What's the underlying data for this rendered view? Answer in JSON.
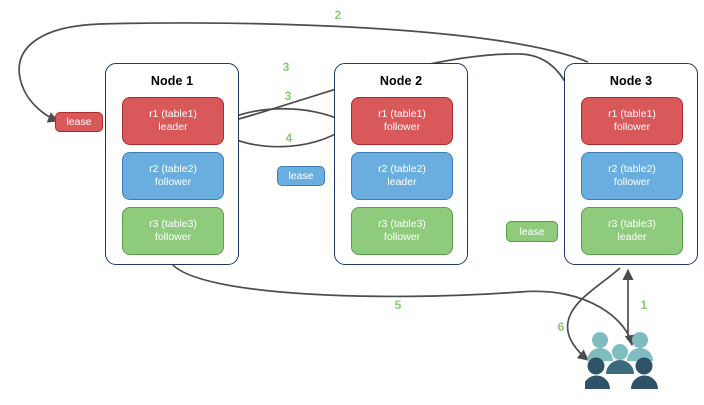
{
  "diagram": {
    "title": "Raft multi-range lease diagram",
    "background": "#ffffff",
    "colors": {
      "red_fill": "#d9585a",
      "red_border": "#b02a2c",
      "blue_fill": "#6aaee0",
      "blue_border": "#3f7fb5",
      "green_fill": "#8fcb7d",
      "green_border": "#5a9e4b",
      "node_border": "#1f3864",
      "edge": "#4d4d4d",
      "label_green": "#8cc77a",
      "people_light": "#7fbcc0",
      "people_dark": "#2e5368"
    }
  },
  "nodes": [
    {
      "id": "node1",
      "title": "Node 1",
      "replicas": [
        {
          "id": "n1r1",
          "color": "red",
          "line1": "r1 (table1)",
          "line2": "leader"
        },
        {
          "id": "n1r2",
          "color": "blue",
          "line1": "r2 (table2)",
          "line2": "follower"
        },
        {
          "id": "n1r3",
          "color": "green",
          "line1": "r3 (table3)",
          "line2": "follower"
        }
      ]
    },
    {
      "id": "node2",
      "title": "Node 2",
      "replicas": [
        {
          "id": "n2r1",
          "color": "red",
          "line1": "r1 (table1)",
          "line2": "follower"
        },
        {
          "id": "n2r2",
          "color": "blue",
          "line1": "r2 (table2)",
          "line2": "leader"
        },
        {
          "id": "n2r3",
          "color": "green",
          "line1": "r3 (table3)",
          "line2": "follower"
        }
      ]
    },
    {
      "id": "node3",
      "title": "Node 3",
      "replicas": [
        {
          "id": "n3r1",
          "color": "red",
          "line1": "r1 (table1)",
          "line2": "follower"
        },
        {
          "id": "n3r2",
          "color": "blue",
          "line1": "r2 (table2)",
          "line2": "follower"
        },
        {
          "id": "n3r3",
          "color": "green",
          "line1": "r3 (table3)",
          "line2": "leader"
        }
      ]
    }
  ],
  "leases": [
    {
      "id": "lease-red",
      "label": "lease",
      "color": "red"
    },
    {
      "id": "lease-blue",
      "label": "lease",
      "color": "blue"
    },
    {
      "id": "lease-green",
      "label": "lease",
      "color": "green"
    }
  ],
  "edge_labels": [
    {
      "id": "step-2",
      "text": "2"
    },
    {
      "id": "step-3a",
      "text": "3"
    },
    {
      "id": "step-3b",
      "text": "3"
    },
    {
      "id": "step-4",
      "text": "4"
    },
    {
      "id": "step-5",
      "text": "5"
    },
    {
      "id": "step-1",
      "text": "1"
    },
    {
      "id": "step-6",
      "text": "6"
    }
  ],
  "actor": {
    "id": "clients",
    "icon": "people-icon"
  }
}
